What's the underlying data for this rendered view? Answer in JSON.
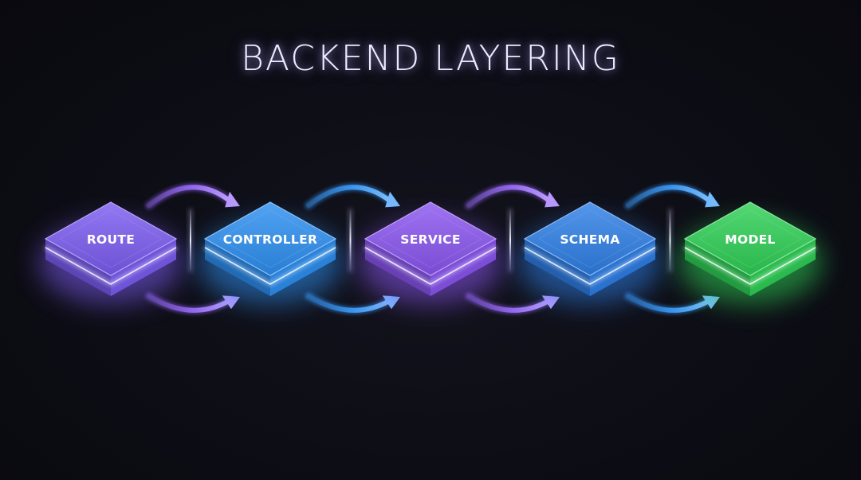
{
  "title": "BACKEND LAYERING",
  "layers": [
    {
      "label": "ROUTE",
      "color": "#7b5cf0"
    },
    {
      "label": "CONTROLLER",
      "color": "#2d8ff0"
    },
    {
      "label": "SERVICE",
      "color": "#8a55ef"
    },
    {
      "label": "SCHEMA",
      "color": "#2f7fe6"
    },
    {
      "label": "MODEL",
      "color": "#2fcf55"
    }
  ],
  "arrows": [
    {
      "from": "ROUTE",
      "to": "CONTROLLER",
      "color": "#9b6cff"
    },
    {
      "from": "CONTROLLER",
      "to": "SERVICE",
      "color": "#3a9dff"
    },
    {
      "from": "SERVICE",
      "to": "SCHEMA",
      "color": "#9b6cff"
    },
    {
      "from": "SCHEMA",
      "to": "MODEL",
      "color": "#3a9dff"
    }
  ]
}
